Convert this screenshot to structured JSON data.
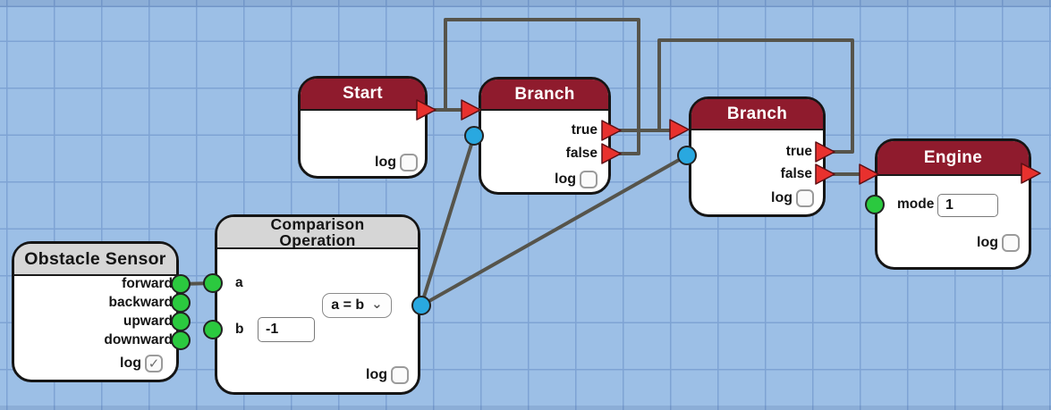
{
  "colors": {
    "canvas-bg": "#9cbfe6",
    "grid-line": "#7ea3d4",
    "node-border": "#151515",
    "node-bg": "#ffffff",
    "header-red": "#8f1b2d",
    "header-gray": "#d6d6d6",
    "header-red-text": "#ffffff",
    "header-gray-text": "#141414",
    "wire": "#56544b",
    "port-red": "#e8312e",
    "port-green": "#2bc93f",
    "port-blue": "#29a8e0",
    "label-text": "#141414"
  },
  "icons": {
    "chevron_down": "⌄",
    "check": "✓"
  },
  "nodes": {
    "start": {
      "title": "Start",
      "log_label": "log",
      "log_checked": false
    },
    "branch1": {
      "title": "Branch",
      "true_label": "true",
      "false_label": "false",
      "log_label": "log",
      "log_checked": false
    },
    "branch2": {
      "title": "Branch",
      "true_label": "true",
      "false_label": "false",
      "log_label": "log",
      "log_checked": false
    },
    "engine": {
      "title": "Engine",
      "mode_label": "mode",
      "mode_value": "1",
      "log_label": "log",
      "log_checked": false
    },
    "sensor": {
      "title": "Obstacle Sensor",
      "outputs": [
        "forward",
        "backward",
        "upward",
        "downward"
      ],
      "log_label": "log",
      "log_checked": true,
      "check_glyph": "✓"
    },
    "comparison": {
      "title_line1": "Comparison",
      "title_line2": "Operation",
      "a_label": "a",
      "b_label": "b",
      "b_value": "-1",
      "operator_value": "a = b",
      "log_label": "log",
      "log_checked": false
    }
  },
  "connections": [
    {
      "from": "start.flow-out",
      "to": "branch1.flow-in"
    },
    {
      "from": "branch1.false-out",
      "to": "branch1.flow-in"
    },
    {
      "from": "branch1.true-out",
      "to": "branch2.flow-in"
    },
    {
      "from": "branch2.true-out",
      "to": "branch2.flow-in"
    },
    {
      "from": "branch2.false-out",
      "to": "engine.flow-in"
    },
    {
      "from": "comparison.result-out",
      "to": "branch1.condition-in"
    },
    {
      "from": "comparison.result-out",
      "to": "branch2.condition-in"
    },
    {
      "from": "sensor.forward-out",
      "to": "comparison.a-in"
    }
  ]
}
